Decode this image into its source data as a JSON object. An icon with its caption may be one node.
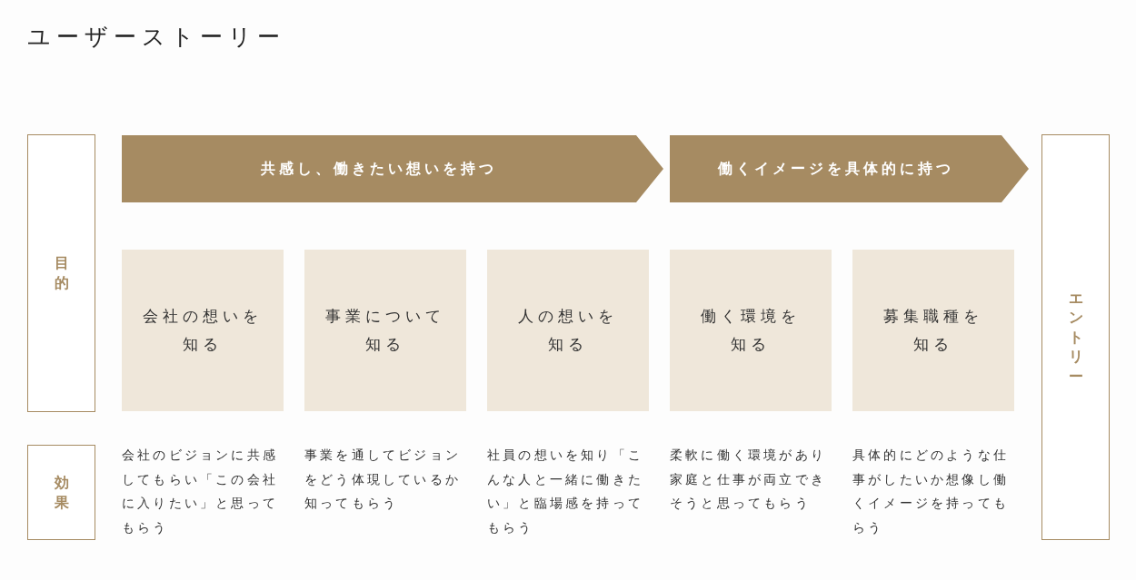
{
  "diagram": {
    "title": "ユーザーストーリー",
    "nodes": [
      {
        "text": [
          "目的"
        ]
      },
      {
        "text": [
          "共感し、働きたい想いを持つ"
        ]
      },
      {
        "text": [
          "働くイメージを具体的に持つ"
        ]
      },
      {
        "text": [
          "エントリー"
        ]
      },
      {
        "text": [
          "会社の想いを",
          "知る"
        ],
        "beside": [
          "会社のビジョンに共感してもらい「この会社に入りたい」と思ってもらう"
        ]
      },
      {
        "text": [
          "事業について",
          "知る"
        ],
        "beside": [
          "事業を通してビジョンをどう体現しているか知ってもらう"
        ]
      },
      {
        "text": [
          "人の想いを",
          "知る"
        ],
        "beside": [
          "社員の想いを知り「こんな人と一緒に働きたい」と臨場感を持ってもらう"
        ]
      },
      {
        "text": [
          "働く環境を",
          "知る"
        ],
        "beside": [
          "柔軟に働く環境があり家庭と仕事が両立できそうと思ってもらう"
        ]
      },
      {
        "text": [
          "募集職種を",
          "知る"
        ],
        "beside": [
          "具体的にどのような仕事がしたいか想像し働くイメージを持ってもらう"
        ]
      },
      {
        "text": [
          "効果"
        ]
      }
    ]
  }
}
